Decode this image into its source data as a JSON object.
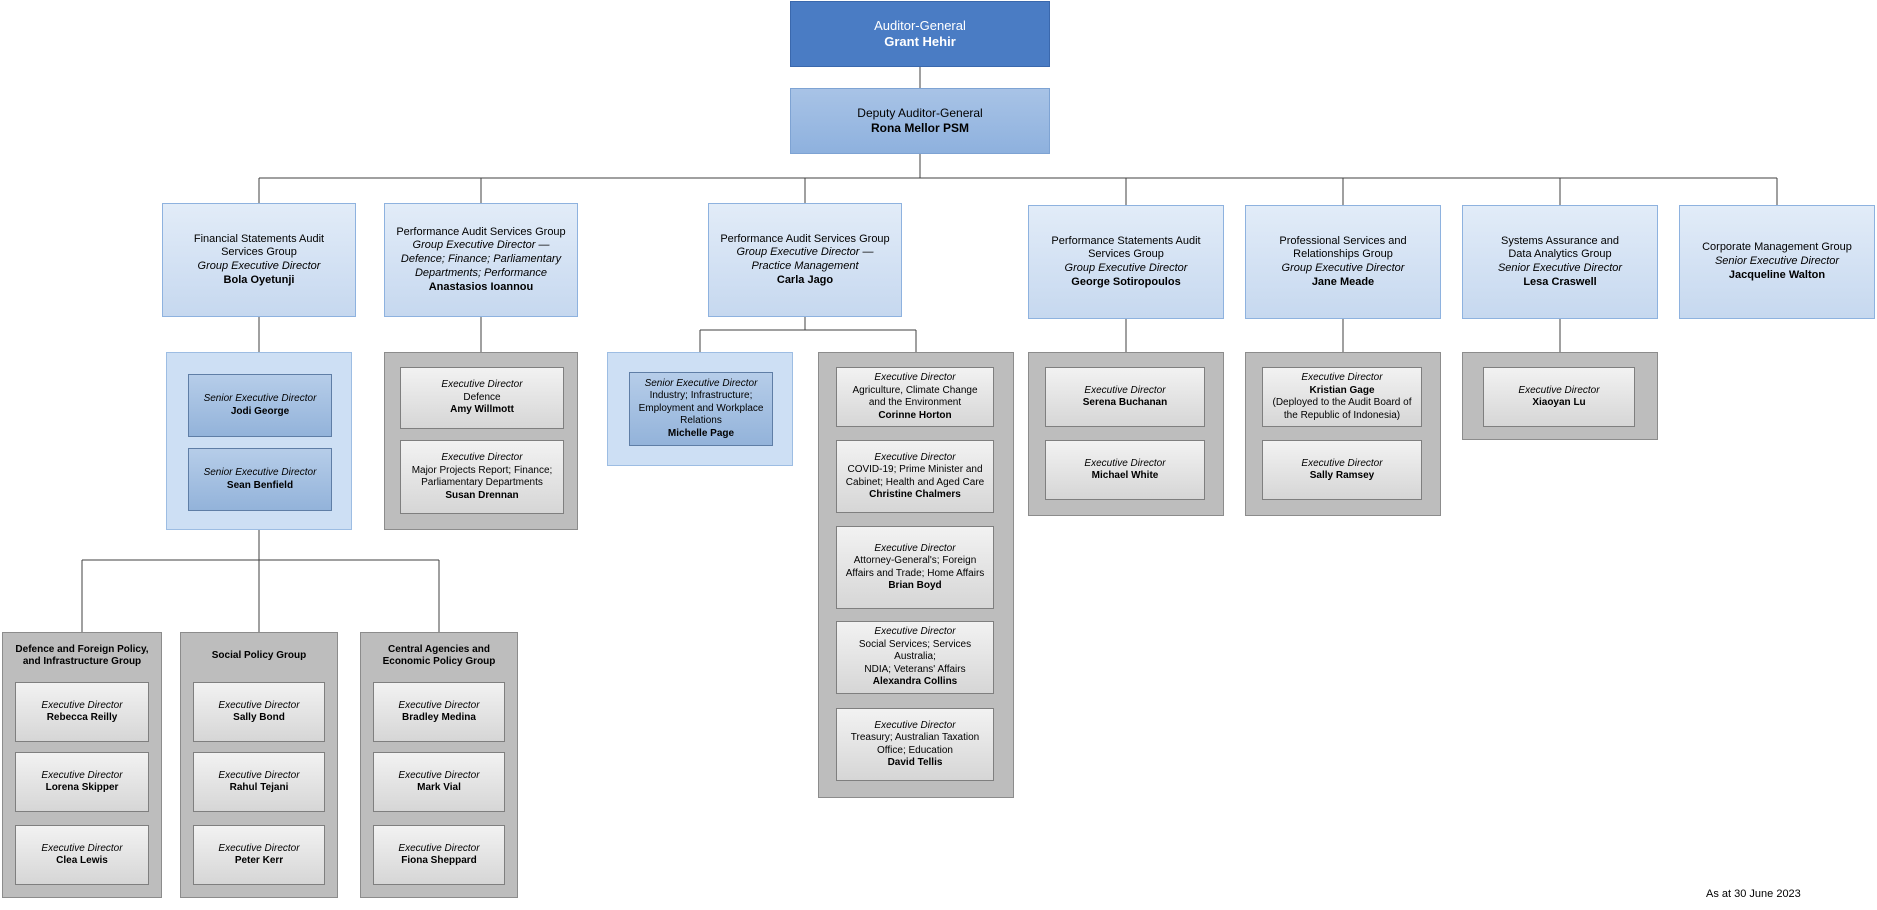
{
  "auditor_general": {
    "title": "Auditor-General",
    "name": "Grant Hehir"
  },
  "deputy": {
    "title": "Deputy Auditor-General",
    "name": "Rona Mellor PSM"
  },
  "groups": [
    {
      "lines": [
        "Financial Statements Audit",
        "Services Group"
      ],
      "role": "Group Executive Director",
      "name": "Bola Oyetunji"
    },
    {
      "lines": [
        "Performance Audit Services Group"
      ],
      "role_lines": [
        "Group Executive Director —",
        "Defence; Finance; Parliamentary",
        "Departments; Performance"
      ],
      "name": "Anastasios Ioannou"
    },
    {
      "lines": [
        "Performance Audit Services Group"
      ],
      "role_lines": [
        "Group Executive Director —",
        "Practice Management"
      ],
      "name": "Carla Jago"
    },
    {
      "lines": [
        "Performance Statements Audit",
        "Services Group"
      ],
      "role": "Group Executive Director",
      "name": "George Sotiropoulos"
    },
    {
      "lines": [
        "Professional Services and",
        "Relationships Group"
      ],
      "role": "Group Executive Director",
      "name": "Jane Meade"
    },
    {
      "lines": [
        "Systems Assurance and",
        "Data Analytics Group"
      ],
      "role": "Senior Executive Director",
      "name": "Lesa Craswell"
    },
    {
      "lines": [
        "Corporate Management Group"
      ],
      "role": "Senior Executive Director",
      "name": "Jacqueline Walton"
    }
  ],
  "fsa_seds": [
    {
      "role": "Senior Executive Director",
      "name": "Jodi George"
    },
    {
      "role": "Senior Executive Director",
      "name": "Sean Benfield"
    }
  ],
  "fsa_subgroups": [
    {
      "lines": [
        "Defence and Foreign Policy,",
        "and Infrastructure Group"
      ],
      "eds": [
        {
          "role": "Executive Director",
          "name": "Rebecca Reilly"
        },
        {
          "role": "Executive Director",
          "name": "Lorena Skipper"
        },
        {
          "role": "Executive Director",
          "name": "Clea Lewis"
        }
      ]
    },
    {
      "lines": [
        "Social Policy Group"
      ],
      "eds": [
        {
          "role": "Executive Director",
          "name": "Sally Bond"
        },
        {
          "role": "Executive Director",
          "name": "Rahul Tejani"
        },
        {
          "role": "Executive Director",
          "name": "Peter Kerr"
        }
      ]
    },
    {
      "lines": [
        "Central Agencies and",
        "Economic Policy Group"
      ],
      "eds": [
        {
          "role": "Executive Director",
          "name": "Bradley Medina"
        },
        {
          "role": "Executive Director",
          "name": "Mark Vial"
        },
        {
          "role": "Executive Director",
          "name": "Fiona Sheppard"
        }
      ]
    }
  ],
  "pas1_eds": [
    {
      "role": "Executive Director",
      "desc": [
        "Defence"
      ],
      "name": "Amy Willmott"
    },
    {
      "role": "Executive Director",
      "desc": [
        "Major Projects Report; Finance;",
        "Parliamentary Departments"
      ],
      "name": "Susan Drennan"
    }
  ],
  "pas2_sed": {
    "role": "Senior Executive Director",
    "desc": [
      "Industry; Infrastructure;",
      "Employment and Workplace",
      "Relations"
    ],
    "name": "Michelle Page"
  },
  "pas2_eds": [
    {
      "role": "Executive Director",
      "desc": [
        "Agriculture, Climate Change",
        "and the Environment"
      ],
      "name": "Corinne Horton"
    },
    {
      "role": "Executive Director",
      "desc": [
        "COVID-19; Prime Minister and",
        "Cabinet; Health and Aged Care"
      ],
      "name": "Christine Chalmers"
    },
    {
      "role": "Executive Director",
      "desc": [
        "Attorney-General's; Foreign",
        "Affairs and Trade; Home Affairs"
      ],
      "name": "Brian Boyd"
    },
    {
      "role": "Executive Director",
      "desc": [
        "Social Services; Services Australia;",
        "NDIA; Veterans' Affairs"
      ],
      "name": "Alexandra Collins"
    },
    {
      "role": "Executive Director",
      "desc": [
        "Treasury; Australian Taxation",
        "Office; Education"
      ],
      "name": "David Tellis"
    }
  ],
  "psa_eds": [
    {
      "role": "Executive Director",
      "name": "Serena Buchanan"
    },
    {
      "role": "Executive Director",
      "name": "Michael White"
    }
  ],
  "psr_eds": [
    {
      "role": "Executive Director",
      "name": "Kristian Gage",
      "desc": [
        "(Deployed to the Audit Board of",
        "the Republic of Indonesia)"
      ]
    },
    {
      "role": "Executive Director",
      "name": "Sally Ramsey"
    }
  ],
  "sada_eds": [
    {
      "role": "Executive Director",
      "name": "Xiaoyan Lu"
    }
  ],
  "as_at": "As at 30 June 2023",
  "colors": {
    "top": "#4a7cc4",
    "deputy": "#9ab8e1",
    "group": "#d4e3f5",
    "panel_blue": "#cddff4",
    "panel_grey": "#bdbdbd",
    "line": "#404040"
  }
}
